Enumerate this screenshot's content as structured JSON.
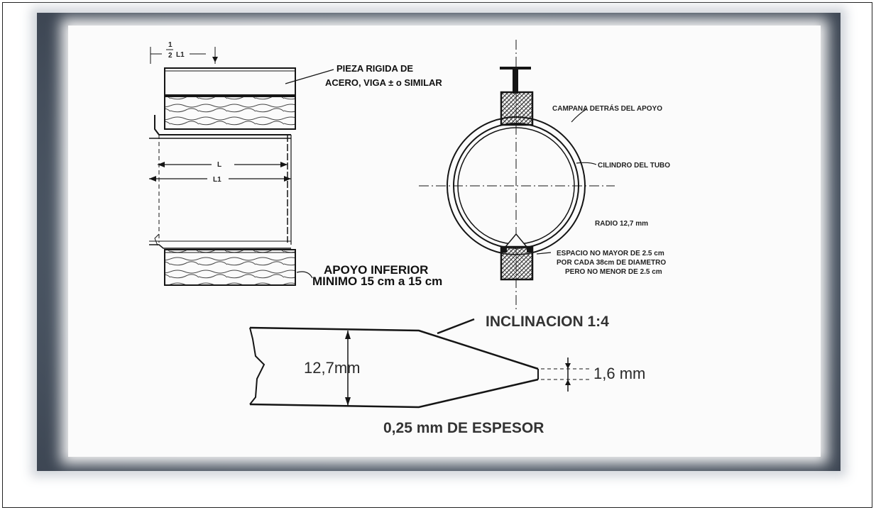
{
  "labels": {
    "half_l1": "L1",
    "half_l1_num": "1",
    "half_l1_den": "2",
    "rigid_piece_line1": "PIEZA RIGIDA DE",
    "rigid_piece_line2": "ACERO, VIGA ± o SIMILAR",
    "dim_l": "L",
    "dim_l1": "L1",
    "lower_support_line1": "APOYO INFERIOR",
    "lower_support_line2": "MINIMO 15 cm a 15 cm",
    "bell_behind_support": "CAMPANA DETRÁS DEL APOYO",
    "tube_cylinder": "CILINDRO DEL TUBO",
    "radius": "RADIO 12,7 mm",
    "spacing_line1": "ESPACIO NO MAYOR DE 2.5 cm",
    "spacing_line2": "POR CADA 38cm DE DIAMETRO",
    "spacing_line3": "PERO NO MENOR DE 2.5 cm",
    "inclination": "INCLINACION 1:4",
    "thickness_12_7": "12,7mm",
    "tip_1_6": "1,6 mm",
    "wall_thickness": "0,25 mm DE ESPESOR"
  }
}
